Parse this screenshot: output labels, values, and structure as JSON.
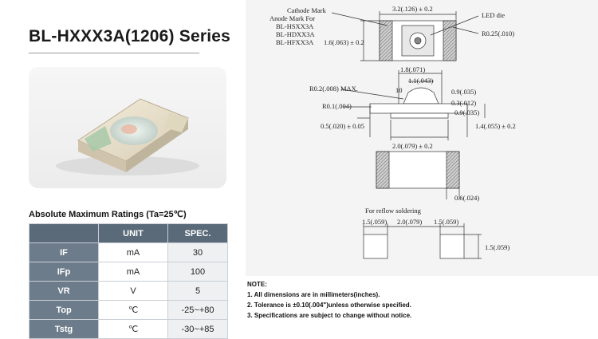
{
  "title": "BL-HXXX3A(1206) Series",
  "ratings": {
    "heading": "Absolute Maximum Ratings (Ta=25℃)",
    "headers": [
      "",
      "UNIT",
      "SPEC."
    ],
    "rows": [
      {
        "symbol": "IF",
        "unit": "mA",
        "spec": "30"
      },
      {
        "symbol": "IFp",
        "unit": "mA",
        "spec": "100"
      },
      {
        "symbol": "VR",
        "unit": "V",
        "spec": "5"
      },
      {
        "symbol": "Top",
        "unit": "℃",
        "spec": "-25~+80"
      },
      {
        "symbol": "Tstg",
        "unit": "℃",
        "spec": "-30~+85"
      }
    ]
  },
  "drawing": {
    "cathode_mark": "Cathode Mark",
    "anode_mark": "Anode Mark For",
    "model1": "BL-HSXX3A",
    "model2": "BL-HDXX3A",
    "model3": "BL-HFXX3A",
    "led_die": "LED die",
    "d_width": "3.2(.126) ± 0.2",
    "d_height": "1.6(.063) ± 0.2",
    "d_radius": "R0.25(.010)",
    "d_18": "1.8(.071)",
    "d_11": "1.1(.043)",
    "d_r02": "R0.2(.008) MAX.",
    "d_10": "10",
    "d_09a": "0.9(.035)",
    "d_r01": "R0.1(.004)",
    "d_03": "0.3(.012)",
    "d_09b": "0.9(.035)",
    "d_05": "0.5(.020) ± 0.05",
    "d_14": "1.4(.055) ± 0.2",
    "d_20": "2.0(.079) ± 0.2",
    "d_06": "0.6(.024)",
    "reflow": "For reflow soldering",
    "pad_a": "1.5(.059)",
    "pad_b": "2.0(.079)",
    "pad_c": "1.5(.059)",
    "pad_d": "1.5(.059)"
  },
  "notes": {
    "heading": "NOTE:",
    "n1": "1. All dimensions are in millimeters(inches).",
    "n2": "2. Tolerance is ±0.10(.004\")unless otherwise specified.",
    "n3": "3. Specifications are subject to change without notice."
  }
}
